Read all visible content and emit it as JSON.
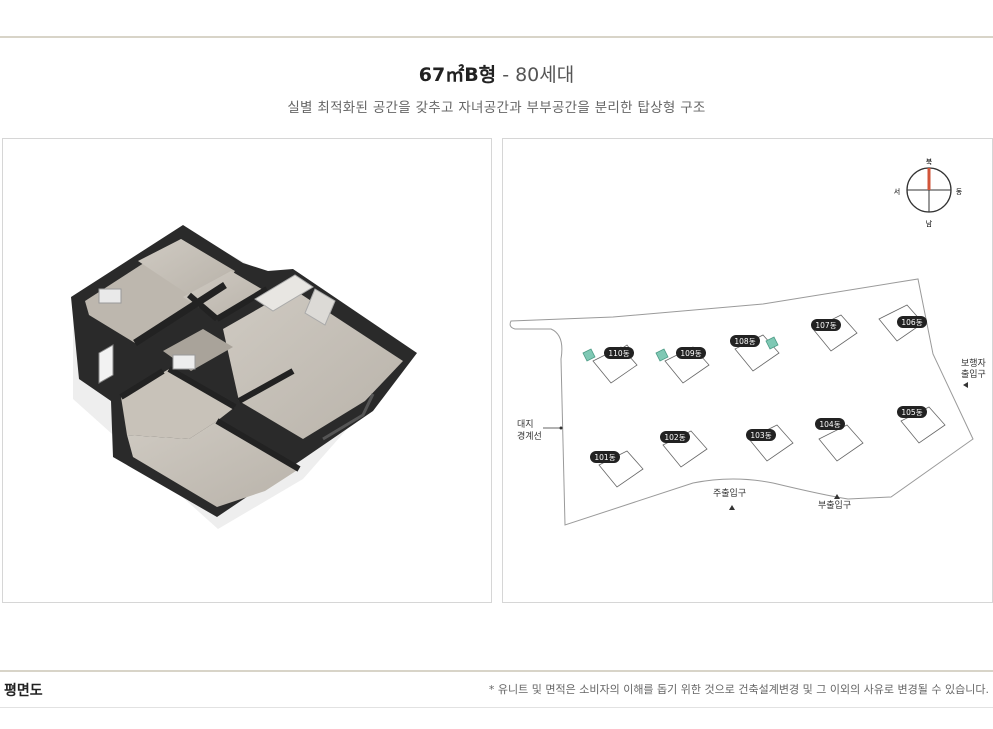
{
  "header": {
    "type_name": "67㎡B형",
    "separator": " - ",
    "households": "80세대",
    "description": "실별 최적화된 공간을 갖추고 자녀공간과 부부공간을 분리한 탑상형 구조"
  },
  "site_plan": {
    "compass": {
      "north": "북",
      "south": "남",
      "east": "동",
      "west": "서",
      "needle_color": "#d2553a"
    },
    "buildings": [
      "110동",
      "109동",
      "108동",
      "107동",
      "106동",
      "105동",
      "104동",
      "103동",
      "102동",
      "101동"
    ],
    "labels": {
      "boundary_line_1": "대지",
      "boundary_line_2": "경계선",
      "pedestrian_1": "보행자",
      "pedestrian_2": "출입구",
      "main_entrance": "주출입구",
      "sub_entrance": "부출입구"
    },
    "highlight_color": "#7fc8b4"
  },
  "footer": {
    "section_title": "평면도",
    "notice": "* 유니트 및 면적은 소비자의 이해를 돕기 위한 것으로 건축설계변경 및 그 이외의 사유로 변경될 수 있습니다."
  }
}
